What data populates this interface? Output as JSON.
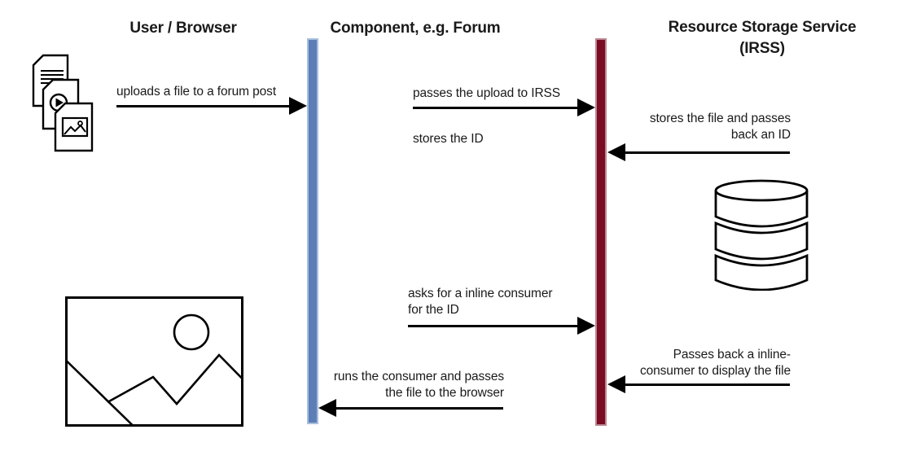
{
  "actors": {
    "user": {
      "label": "User / Browser"
    },
    "component": {
      "label": "Component, e.g. Forum"
    },
    "irss": {
      "lines": [
        "Resource Storage Service",
        "(IRSS)"
      ]
    }
  },
  "messages": {
    "upload": {
      "lines": [
        "uploads a file to a forum post"
      ],
      "from": "user",
      "to": "component",
      "direction": "right"
    },
    "pass_upload": {
      "lines": [
        "passes the upload to IRSS"
      ],
      "from": "component",
      "to": "irss",
      "direction": "right"
    },
    "store_file": {
      "lines": [
        "stores the file and passes",
        "back an ID"
      ],
      "from": "irss",
      "to": "component",
      "direction": "left"
    },
    "store_id": {
      "lines": [
        "stores the ID"
      ],
      "from": "component",
      "to": "component",
      "direction": "none"
    },
    "ask_consumer": {
      "lines": [
        "asks for a inline consumer",
        "for the ID"
      ],
      "from": "component",
      "to": "irss",
      "direction": "right"
    },
    "pass_consumer": {
      "lines": [
        "Passes back a inline-",
        "consumer to display the file"
      ],
      "from": "irss",
      "to": "component",
      "direction": "left"
    },
    "run_consumer": {
      "lines": [
        "runs the consumer and passes",
        "the file to the browser"
      ],
      "from": "component",
      "to": "user",
      "direction": "left"
    }
  },
  "colors": {
    "component_lifeline": "#5b7fb5",
    "component_lifeline_border": "#a9bedd",
    "irss_lifeline": "#7a0c22",
    "irss_lifeline_border": "#bb8693",
    "arrow": "#000000",
    "icon_stroke": "#000000",
    "background": "#ffffff"
  },
  "icons": {
    "files": "document-stack-icon",
    "storage": "database-icon",
    "image": "image-placeholder-icon"
  }
}
